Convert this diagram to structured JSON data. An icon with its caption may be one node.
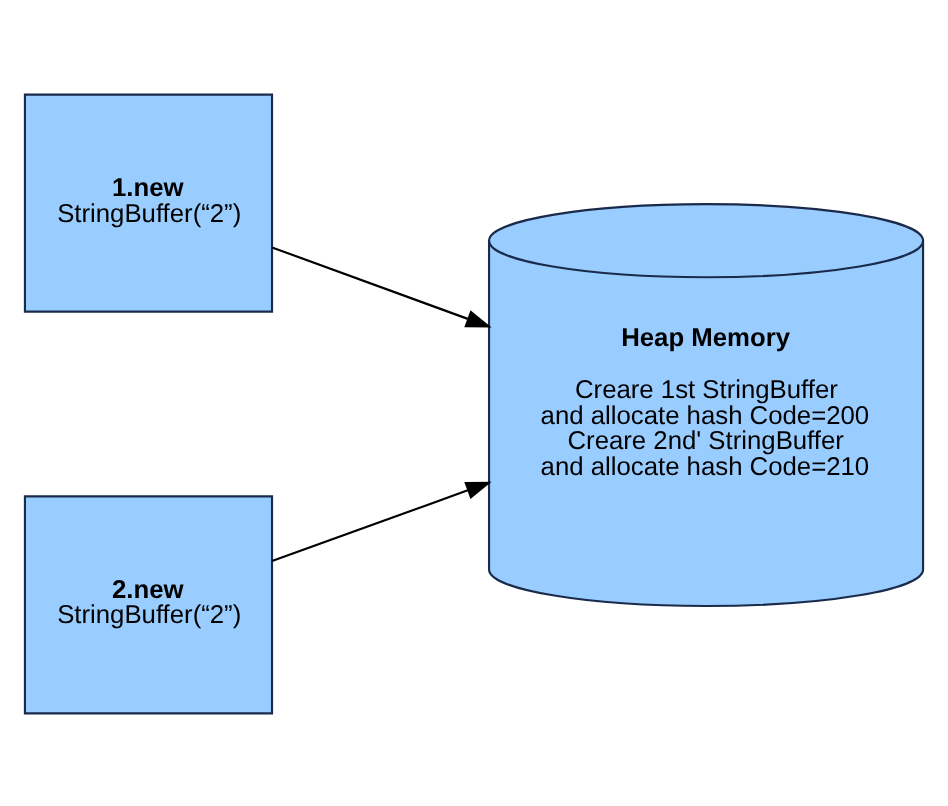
{
  "diagram": {
    "nodes": [
      {
        "text": [
          "1.new",
          "StringBuffer(“2”)"
        ]
      },
      {
        "text": [
          "2.new",
          "StringBuffer(“2”)"
        ]
      },
      {
        "text": [
          "Heap Memory",
          "Creare 1st StringBuffer and allocate hash Code=200 Creare 2nd' StringBuffer and allocate hash Code=210"
        ]
      }
    ],
    "edges": [
      {
        "from": 0,
        "to": 2,
        "arrow": "to"
      },
      {
        "from": 1,
        "to": 2,
        "arrow": "to"
      }
    ]
  }
}
